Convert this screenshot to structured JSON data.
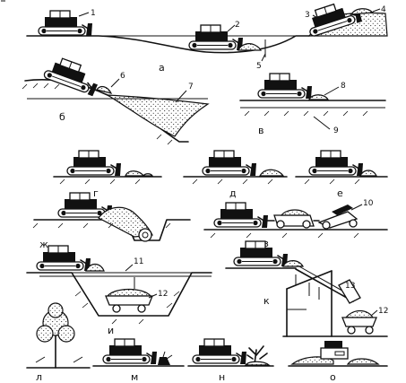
{
  "panels": {
    "a": "а",
    "b": "б",
    "v": "в",
    "g": "г",
    "d": "д",
    "e": "е",
    "zh": "ж",
    "z": "з",
    "i": "и",
    "k": "к",
    "l": "л",
    "m": "м",
    "n": "н",
    "o": "о"
  },
  "callouts": {
    "c1": "1",
    "c2": "2",
    "c3": "3",
    "c4": "4",
    "c5": "5",
    "c6": "6",
    "c7": "7",
    "c8": "8",
    "c9": "9",
    "c10": "10",
    "c11": "11",
    "c12a": "12",
    "c12b": "12",
    "c13": "13"
  }
}
